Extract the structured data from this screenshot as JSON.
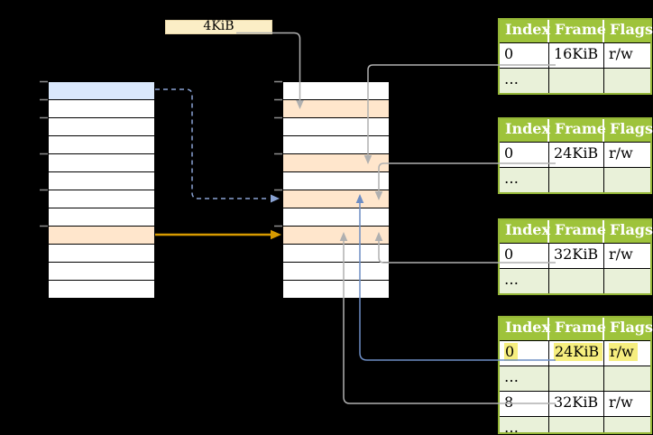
{
  "label_4kib": "4KiB",
  "memory_columns": {
    "left": {
      "row_fills": [
        "blue",
        "white",
        "white",
        "white",
        "white",
        "white",
        "white",
        "white",
        "orange",
        "white",
        "white",
        "white"
      ]
    },
    "middle": {
      "row_fills": [
        "white",
        "orange",
        "white",
        "white",
        "orange",
        "white",
        "orange",
        "white",
        "orange",
        "white",
        "white",
        "white"
      ]
    }
  },
  "page_tables": [
    {
      "headers": [
        "Index",
        "Frame",
        "Flags"
      ],
      "rows": [
        [
          "0",
          "16KiB",
          "r/w"
        ],
        [
          "…",
          "",
          ""
        ]
      ]
    },
    {
      "headers": [
        "Index",
        "Frame",
        "Flags"
      ],
      "rows": [
        [
          "0",
          "24KiB",
          "r/w"
        ],
        [
          "…",
          "",
          ""
        ]
      ]
    },
    {
      "headers": [
        "Index",
        "Frame",
        "Flags"
      ],
      "rows": [
        [
          "0",
          "32KiB",
          "r/w"
        ],
        [
          "…",
          "",
          ""
        ]
      ]
    },
    {
      "headers": [
        "Index",
        "Frame",
        "Flags"
      ],
      "rows": [
        [
          "0",
          "24KiB",
          "r/w"
        ],
        [
          "…",
          "",
          ""
        ],
        [
          "8",
          "32KiB",
          "r/w"
        ],
        [
          "…",
          "",
          ""
        ]
      ]
    }
  ],
  "colors": {
    "highlight_blue_row": "#dae8fc",
    "highlight_orange_row": "#ffe6cc",
    "label_fill": "#fbeec6",
    "table_header_green": "#9ec33b",
    "table_alt_row_green": "#e9f1d9",
    "yellow_text_highlight": "#f6ee7f",
    "arrow_gray": "#b0b0b0",
    "arrow_blue_solid": "#6d8dc4",
    "arrow_blue_dashed": "#8aa3d4",
    "arrow_orange": "#d79b00"
  }
}
